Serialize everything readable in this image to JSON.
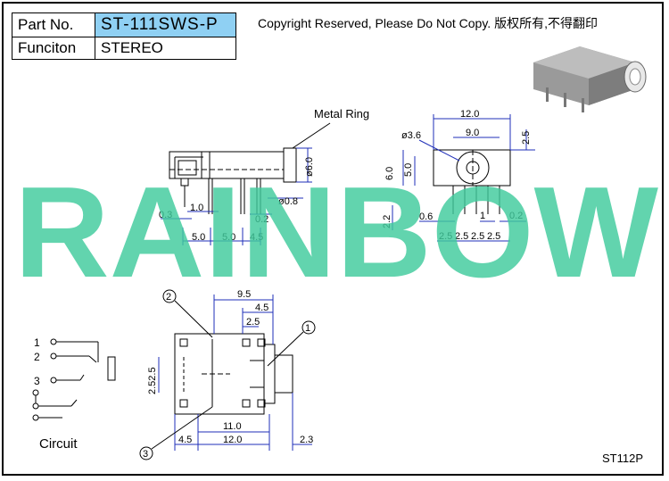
{
  "header": {
    "part_no_label": "Part No.",
    "part_no_value": "ST-111SWS-P",
    "function_label": "Funciton",
    "function_value": "STEREO"
  },
  "copyright": "Copyright Reserved, Please Do Not Copy. 版权所有,不得翻印",
  "watermark": "RAINBOW",
  "model_code": "ST112P",
  "circuit_label": "Circuit",
  "callouts": {
    "metal_ring": "Metal Ring",
    "c1": "1",
    "c2": "2",
    "c3": "3"
  },
  "pins": {
    "p1": "1",
    "p2": "2",
    "p3": "3"
  },
  "dims": {
    "side": {
      "d60": "ø6.0",
      "d08": "ø0.8",
      "d03": "0.3",
      "d10": "1.0",
      "d02": "0.2",
      "d50a": "5.0",
      "d50b": "5.0",
      "d45": "4.5"
    },
    "front": {
      "d120": "12.0",
      "d90": "9.0",
      "d36": "ø3.6",
      "d25": "2.5",
      "d60": "6.0",
      "d50": "5.0",
      "d22": "2.2",
      "d06": "0.6",
      "d1": "1",
      "d02": "0.2",
      "d25a": "2.5",
      "d25b": "2.5",
      "d25c": "2.5",
      "d25d": "2.5"
    },
    "top": {
      "d95": "9.5",
      "d45": "4.5",
      "d25": "2.5",
      "d2525": "2.52.5",
      "d110": "11.0",
      "d120": "12.0",
      "d45b": "4.5",
      "d23": "2.3"
    }
  },
  "colors": {
    "watermark": "#3fcb9c",
    "dimension": "#1f2fb8",
    "highlight": "#8fd0f3"
  }
}
